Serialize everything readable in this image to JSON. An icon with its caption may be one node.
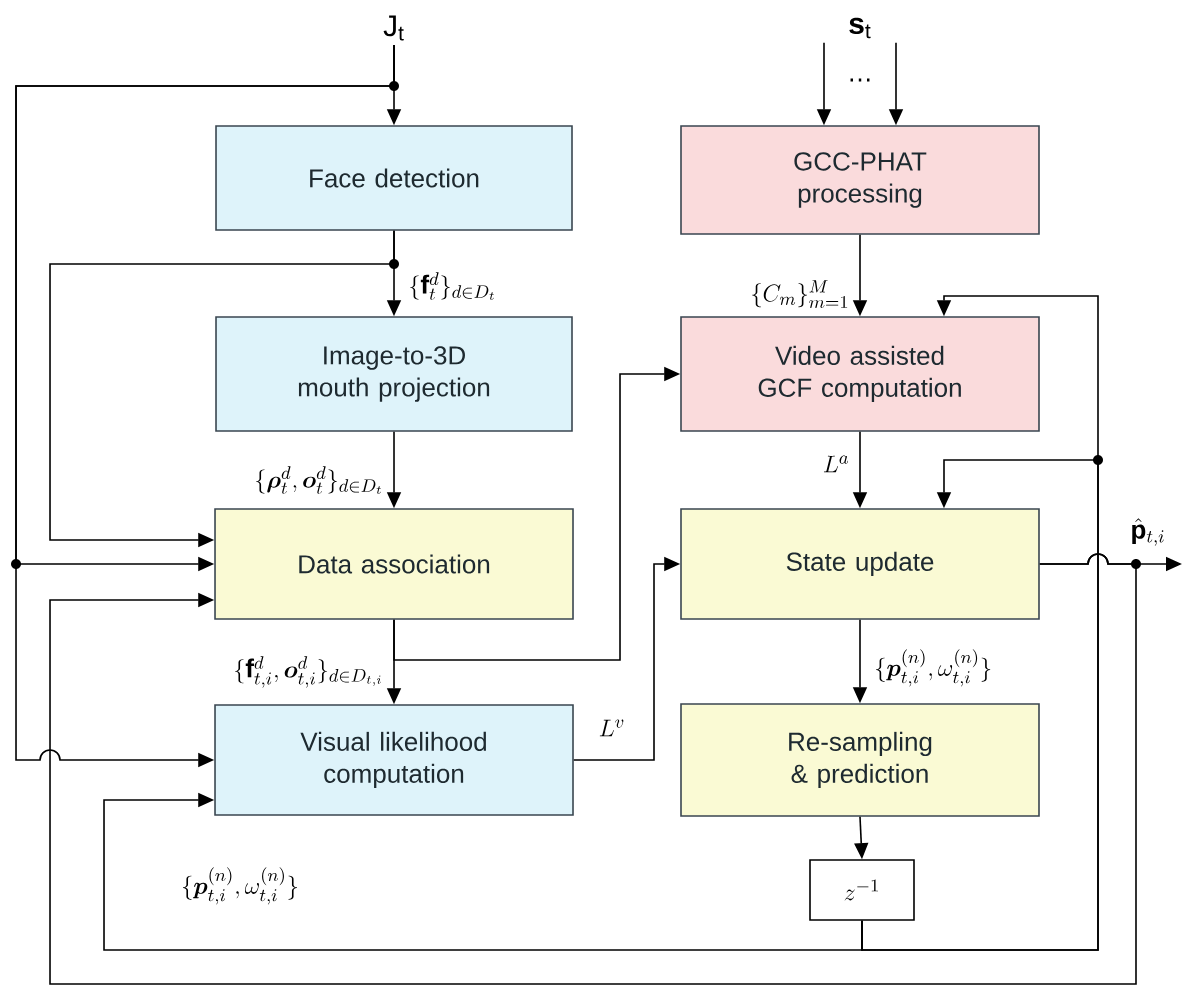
{
  "diagram": {
    "nodes": [
      {
        "text": [
          "\\mathrm{J}_\\mathrm{t}"
        ]
      },
      {
        "text": [
          "Face detection"
        ]
      },
      {
        "text": [
          "Image-to-3D mouth projection"
        ]
      },
      {
        "text": [
          "Data association"
        ]
      },
      {
        "text": [
          "Visual likelihood computation"
        ]
      },
      {
        "text": [
          "\\mathbf{s}_\\mathrm{t}"
        ]
      },
      {
        "text": [
          "GCC-PHAT processing"
        ]
      },
      {
        "text": [
          "Video assisted GCF computation"
        ]
      },
      {
        "text": [
          "State update"
        ]
      },
      {
        "text": [
          "Re-sampling & prediction"
        ]
      },
      {
        "text": [
          "z^{-1}"
        ]
      }
    ],
    "edges": [
      {
        "from": 0,
        "to": 1,
        "arrow": "to"
      },
      {
        "from": 0,
        "to": 3,
        "arrow": "to"
      },
      {
        "from": 0,
        "to": 4,
        "arrow": "to"
      },
      {
        "from": 1,
        "to": 2,
        "arrow": "to",
        "label": "\\{\\mathbf{f}_t^d\\}_{d\\in D_t}"
      },
      {
        "from": 1,
        "to": 3,
        "arrow": "to"
      },
      {
        "from": 2,
        "to": 3,
        "arrow": "to",
        "label": "\\{\\boldsymbol{\\rho}_t^d,\\boldsymbol{o}_t^d\\}_{d\\in D_t}"
      },
      {
        "from": 3,
        "to": 4,
        "arrow": "to",
        "label": "\\{\\mathbf{f}_{t,i}^d,\\boldsymbol{o}_{t,i}^d\\}_{d\\in D_{t,i}}"
      },
      {
        "from": 3,
        "to": 7,
        "arrow": "to"
      },
      {
        "from": 4,
        "to": 8,
        "arrow": "to",
        "label": "L^v"
      },
      {
        "from": 5,
        "to": 6,
        "arrow": "to"
      },
      {
        "from": 5,
        "to": 6,
        "arrow": "to"
      },
      {
        "from": 6,
        "to": 7,
        "arrow": "to",
        "label": "\\{C_m\\}_{m=1}^M"
      },
      {
        "from": 7,
        "to": 8,
        "arrow": "to",
        "label": "L^a"
      },
      {
        "from": 8,
        "to": null,
        "arrow": "to",
        "label": "\\hat{\\mathbf{p}}_{t,i}"
      },
      {
        "from": 8,
        "to": 3,
        "arrow": "to"
      },
      {
        "from": 8,
        "to": 9,
        "arrow": "to",
        "label": "\\{\\boldsymbol{p}_{t,i}^{(n)},\\omega_{t,i}^{(n)}\\}"
      },
      {
        "from": 9,
        "to": 10,
        "arrow": "to"
      },
      {
        "from": 10,
        "to": 4,
        "arrow": "to",
        "label": "\\{\\boldsymbol{p}_{t,i}^{(n)},\\omega_{t,i}^{(n)}\\}"
      },
      {
        "from": 10,
        "to": 7,
        "arrow": "to"
      },
      {
        "from": 10,
        "to": 8,
        "arrow": "to"
      }
    ],
    "labels": [
      "…"
    ]
  }
}
